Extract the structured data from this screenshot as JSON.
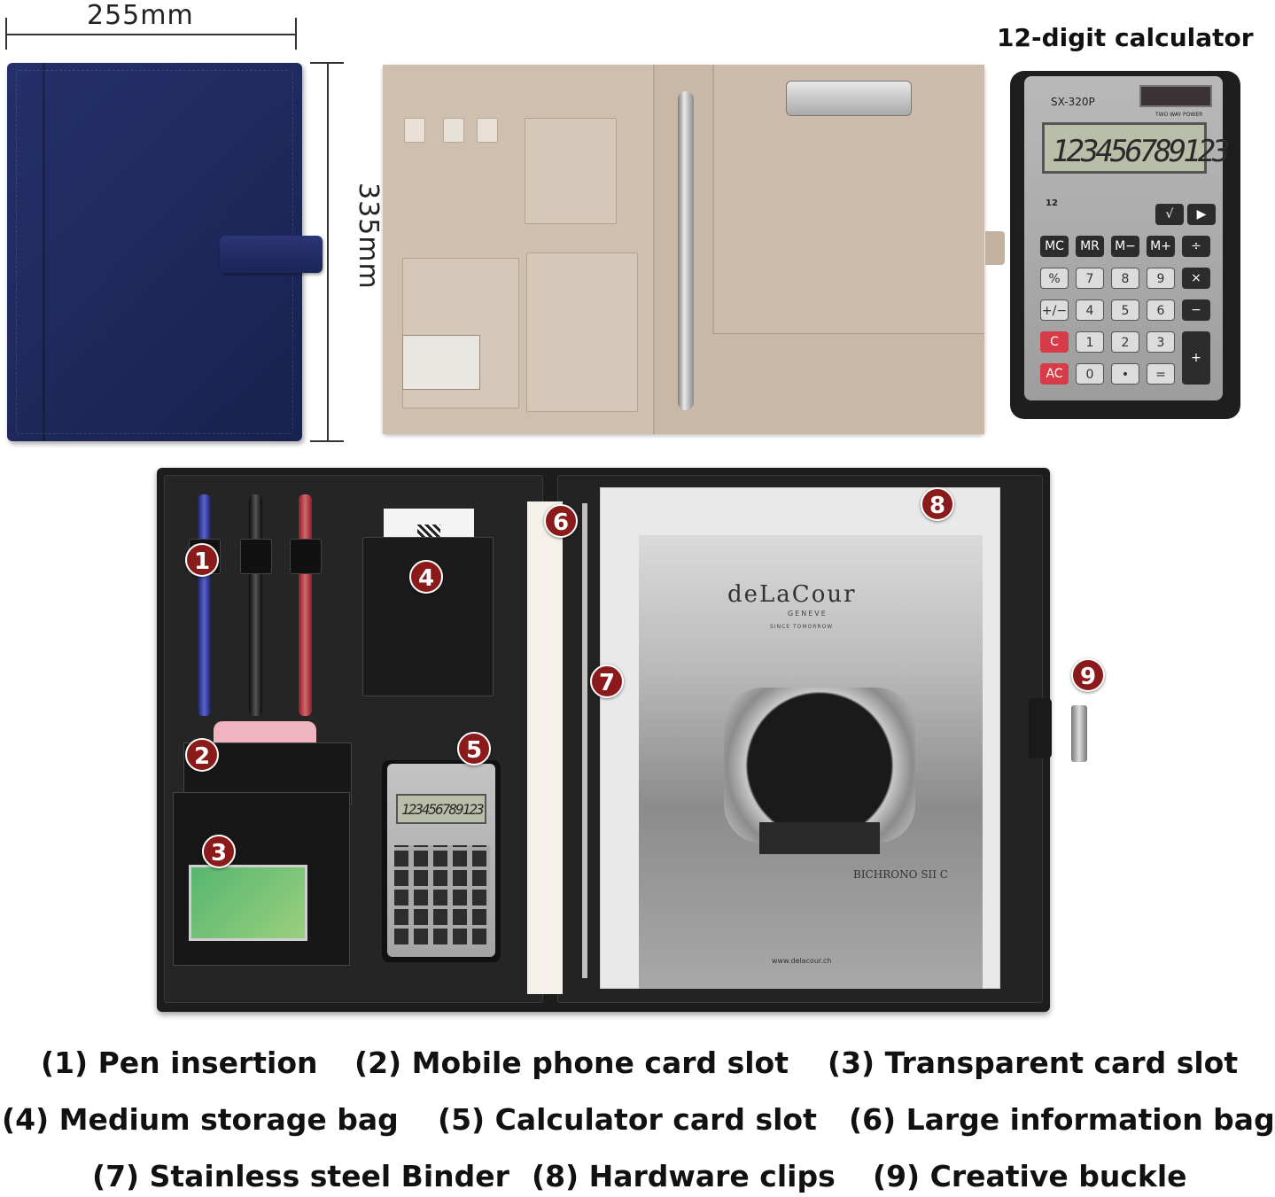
{
  "dimensions": {
    "width": "255mm",
    "height": "335mm"
  },
  "calculator": {
    "caption": "12-digit calculator",
    "model": "SX-320P",
    "power_label": "TWO WAY POWER",
    "display": "123456789123",
    "digits_badge": "12",
    "keys": [
      "√",
      "▶",
      "MC",
      "MR",
      "M−",
      "M+",
      "÷",
      "%",
      "7",
      "8",
      "9",
      "×",
      "+/−",
      "4",
      "5",
      "6",
      "−",
      "C",
      "1",
      "2",
      "3",
      "+",
      "AC",
      "0",
      "•",
      "="
    ]
  },
  "brochure": {
    "brand": "deLaCour",
    "city": "GENEVE",
    "tagline": "SINCE TOMORROW",
    "model": "BICHRONO SII C",
    "url": "www.delacour.ch"
  },
  "callouts": [
    "1",
    "2",
    "3",
    "4",
    "5",
    "6",
    "7",
    "8",
    "9"
  ],
  "features": [
    "(1) Pen insertion",
    "(2) Mobile phone card slot",
    "(3) Transparent card slot",
    "(4) Medium storage bag",
    "(5) Calculator card slot",
    "(6) Large information bag",
    "(7) Stainless steel Binder",
    "(8) Hardware clips",
    "(9) Creative buckle"
  ]
}
